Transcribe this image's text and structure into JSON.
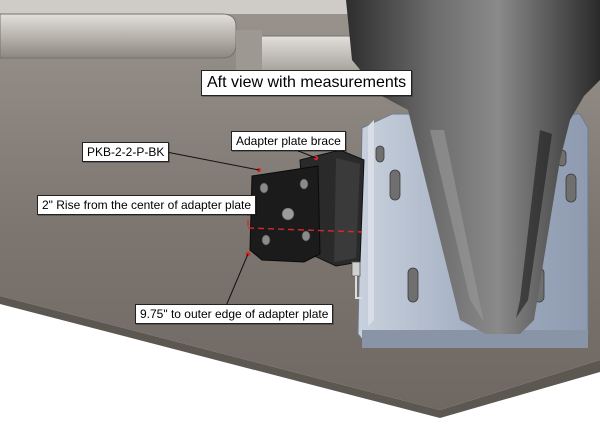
{
  "title": "Aft view with measurements",
  "callouts": {
    "adapter_plate_brace": "Adapter plate brace",
    "part_number": "PKB-2-2-P-BK",
    "rise": "2\" Rise from the center of adapter plate",
    "outer_edge": "9.75\" to outer edge of adapter plate"
  },
  "colors": {
    "hull": "#7d7670",
    "hull_shadow": "#8e8882",
    "deck": "#ffffff",
    "bracket": "#a7b3c6",
    "motor": "#4a4a4a",
    "adapter_plate": "#1b1b1b",
    "measure_line": "#d42a2a",
    "leader_line": "#111111"
  }
}
